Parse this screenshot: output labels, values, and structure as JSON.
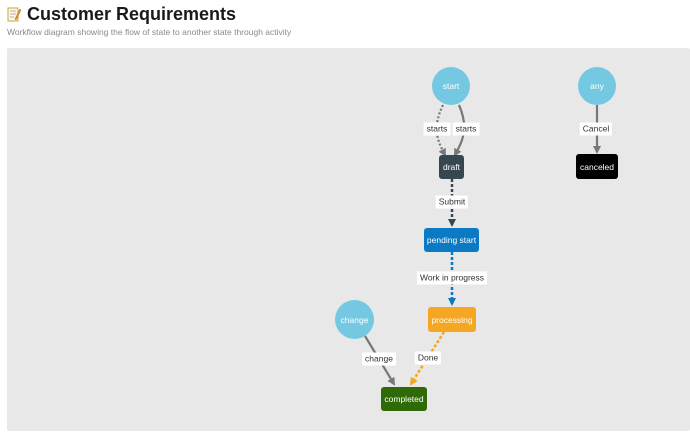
{
  "page": {
    "title": "Customer Requirements",
    "subtitle": "Workflow diagram showing the flow of state to another state through activity",
    "icon": "memo-icon"
  },
  "nodes": {
    "start": "start",
    "any": "any",
    "draft": "draft",
    "canceled": "canceled",
    "pending_start": "pending start",
    "change": "change",
    "processing": "processing",
    "completed": "completed"
  },
  "edges": {
    "starts_left": "starts",
    "starts_right": "starts",
    "cancel": "Cancel",
    "submit": "Submit",
    "work_in_progress": "Work in progress",
    "change": "change",
    "done": "Done"
  },
  "colors": {
    "circle": "#74c8e2",
    "draft": "#37474f",
    "canceled": "#000000",
    "pending_start": "#0a7ac4",
    "processing": "#f5a623",
    "completed": "#2e6b07",
    "canvas": "#e8e8e8"
  }
}
